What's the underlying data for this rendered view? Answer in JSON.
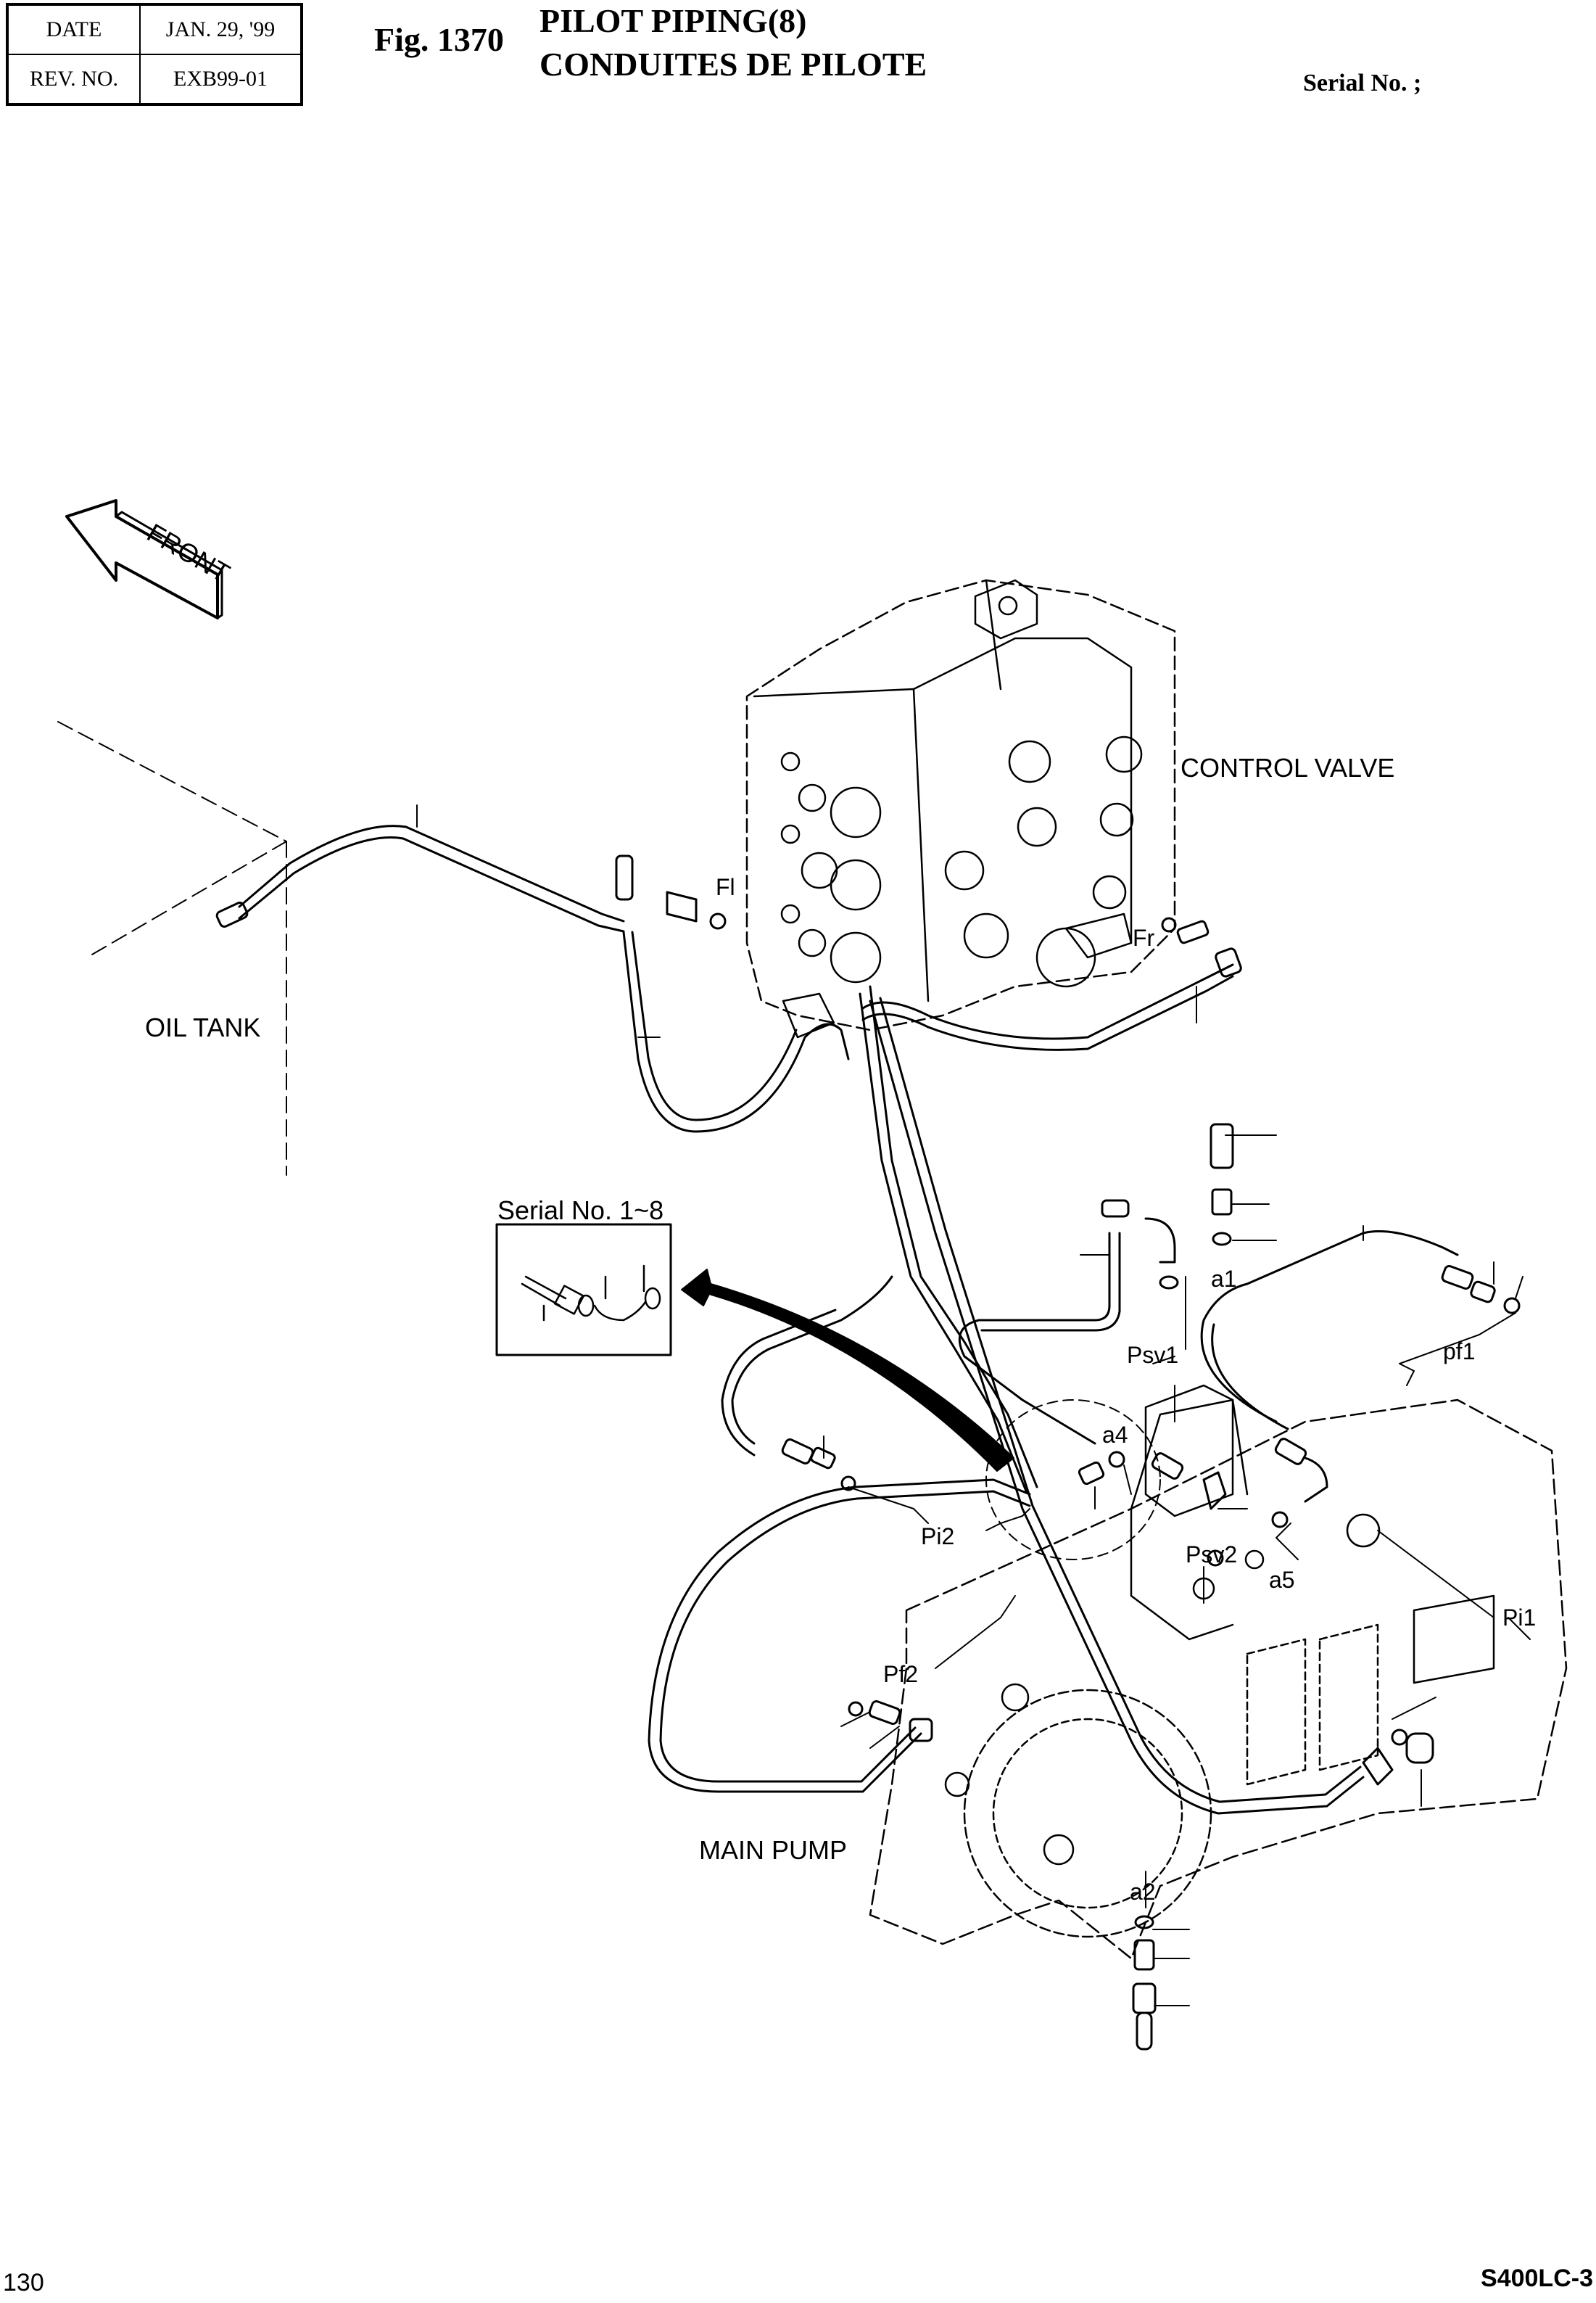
{
  "header": {
    "date_label": "DATE",
    "date_value": "JAN. 29, '99",
    "rev_label": "REV. NO.",
    "rev_value": "EXB99-01",
    "figure_number": "Fig. 1370",
    "title_en": "PILOT PIPING(8)",
    "title_fr": "CONDUITES DE PILOTE",
    "serial_label": "Serial No. ;"
  },
  "footer": {
    "page_number": "130",
    "model": "S400LC-3"
  },
  "diagram": {
    "direction_arrow": "FRONT",
    "components": {
      "control_valve": "CONTROL VALVE",
      "oil_tank": "OIL TANK",
      "main_pump": "MAIN PUMP"
    },
    "inset": {
      "title": "Serial No. 1~8"
    },
    "port_labels": {
      "fl": "Fl",
      "fr": "Fr",
      "psv1": "Psv1",
      "psv2": "Psv2",
      "a1": "a1",
      "a2": "a2",
      "a4": "a4",
      "a5": "a5",
      "pf1": "pf1",
      "pf2": "Pf2",
      "pi1": "Pi1",
      "pi2": "Pi2"
    }
  }
}
